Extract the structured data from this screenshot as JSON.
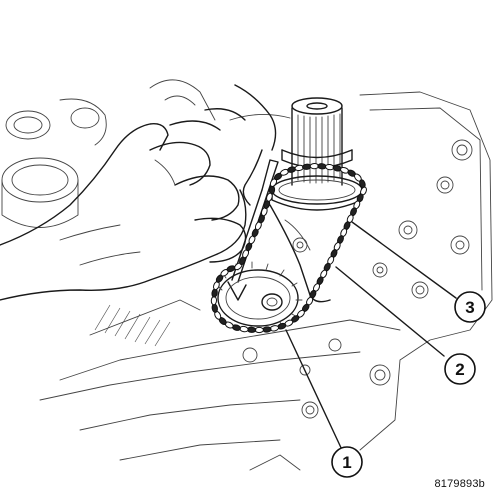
{
  "figure": {
    "figure_code": "8179893b",
    "callouts": [
      {
        "number": "1"
      },
      {
        "number": "2"
      },
      {
        "number": "3"
      }
    ]
  }
}
